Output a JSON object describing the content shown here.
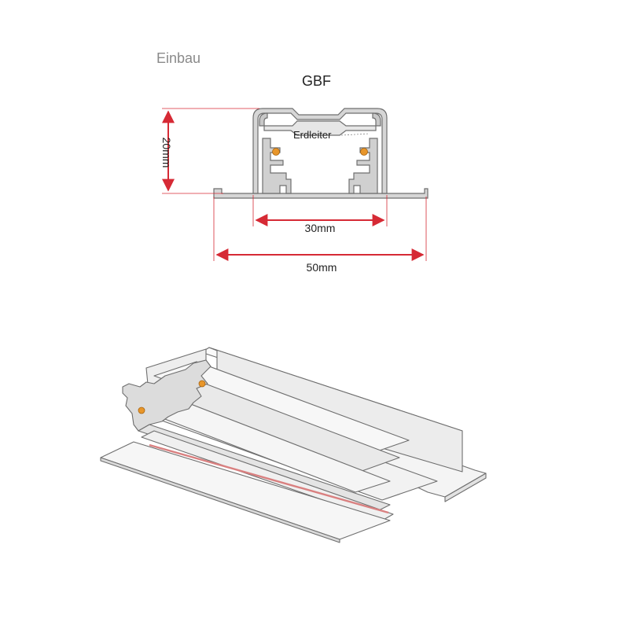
{
  "header": {
    "section_label": "Einbau",
    "profile_name": "GBF"
  },
  "callout": {
    "earth_conductor": "Erdleiter"
  },
  "dimensions": {
    "height": "20mm",
    "inner_width": "30mm",
    "outer_width": "50mm"
  },
  "colors": {
    "dimension_line": "#d62a35",
    "profile_fill": "#d6d6d6",
    "profile_stroke": "#6f6f6f",
    "conductor": "#e8962a",
    "label_gray": "#8a8a8a",
    "text": "#222222",
    "accent_strip": "#d98080"
  }
}
